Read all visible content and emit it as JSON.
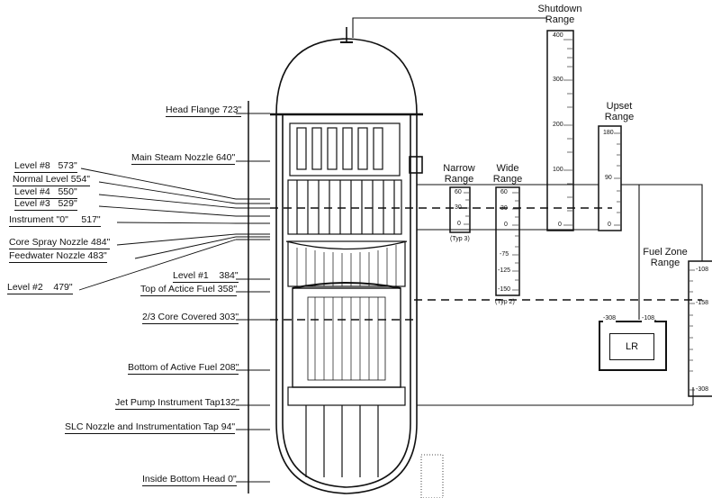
{
  "left_labels": {
    "head_flange": "Head Flange 723\"",
    "main_steam": "Main Steam Nozzle 640\"",
    "level8": "Level #8   573\"",
    "normal_level": "Normal Level 554\"",
    "level4": "Level #4   550\"",
    "level3": "Level #3   529\"",
    "instrument0": "Instrument \"0\"     517\"",
    "core_spray": "Core Spray Nozzle 484\"",
    "feedwater": "Feedwater Nozzle 483\"",
    "level2": "Level #2    479\"",
    "level1": "Level #1    384\"",
    "top_fuel": "Top of Actice Fuel 358\"",
    "two_thirds": "2/3 Core Covered 303\"",
    "bottom_fuel": "Bottom of Active Fuel 208\"",
    "jet_pump": "Jet Pump Instrument Tap132\"",
    "slc": "SLC Nozzle and Instrumentation Tap 94\"",
    "bottom_head": "Inside Bottom Head 0\""
  },
  "ranges": {
    "shutdown": {
      "title1": "Shutdown",
      "title2": "Range",
      "ticks": [
        "400",
        "300",
        "200",
        "100",
        "0"
      ]
    },
    "upset": {
      "title1": "Upset",
      "title2": "Range",
      "ticks": [
        "180",
        "90",
        "0"
      ]
    },
    "narrow": {
      "title1": "Narrow",
      "title2": "Range",
      "ticks": [
        "60",
        "30",
        "0"
      ],
      "note": "(Typ 3)"
    },
    "wide": {
      "title1": "Wide",
      "title2": "Range",
      "ticks": [
        "60",
        "30",
        "0",
        "-75",
        "-125",
        "-150"
      ],
      "note": "(Typ 2)"
    },
    "fuel_zone": {
      "title1": "Fuel Zone",
      "title2": "Range",
      "ticks": [
        "-108",
        "-158",
        "-308"
      ]
    }
  },
  "recorder": {
    "label": "LR",
    "scale_left": "-308",
    "scale_right": "-108"
  }
}
